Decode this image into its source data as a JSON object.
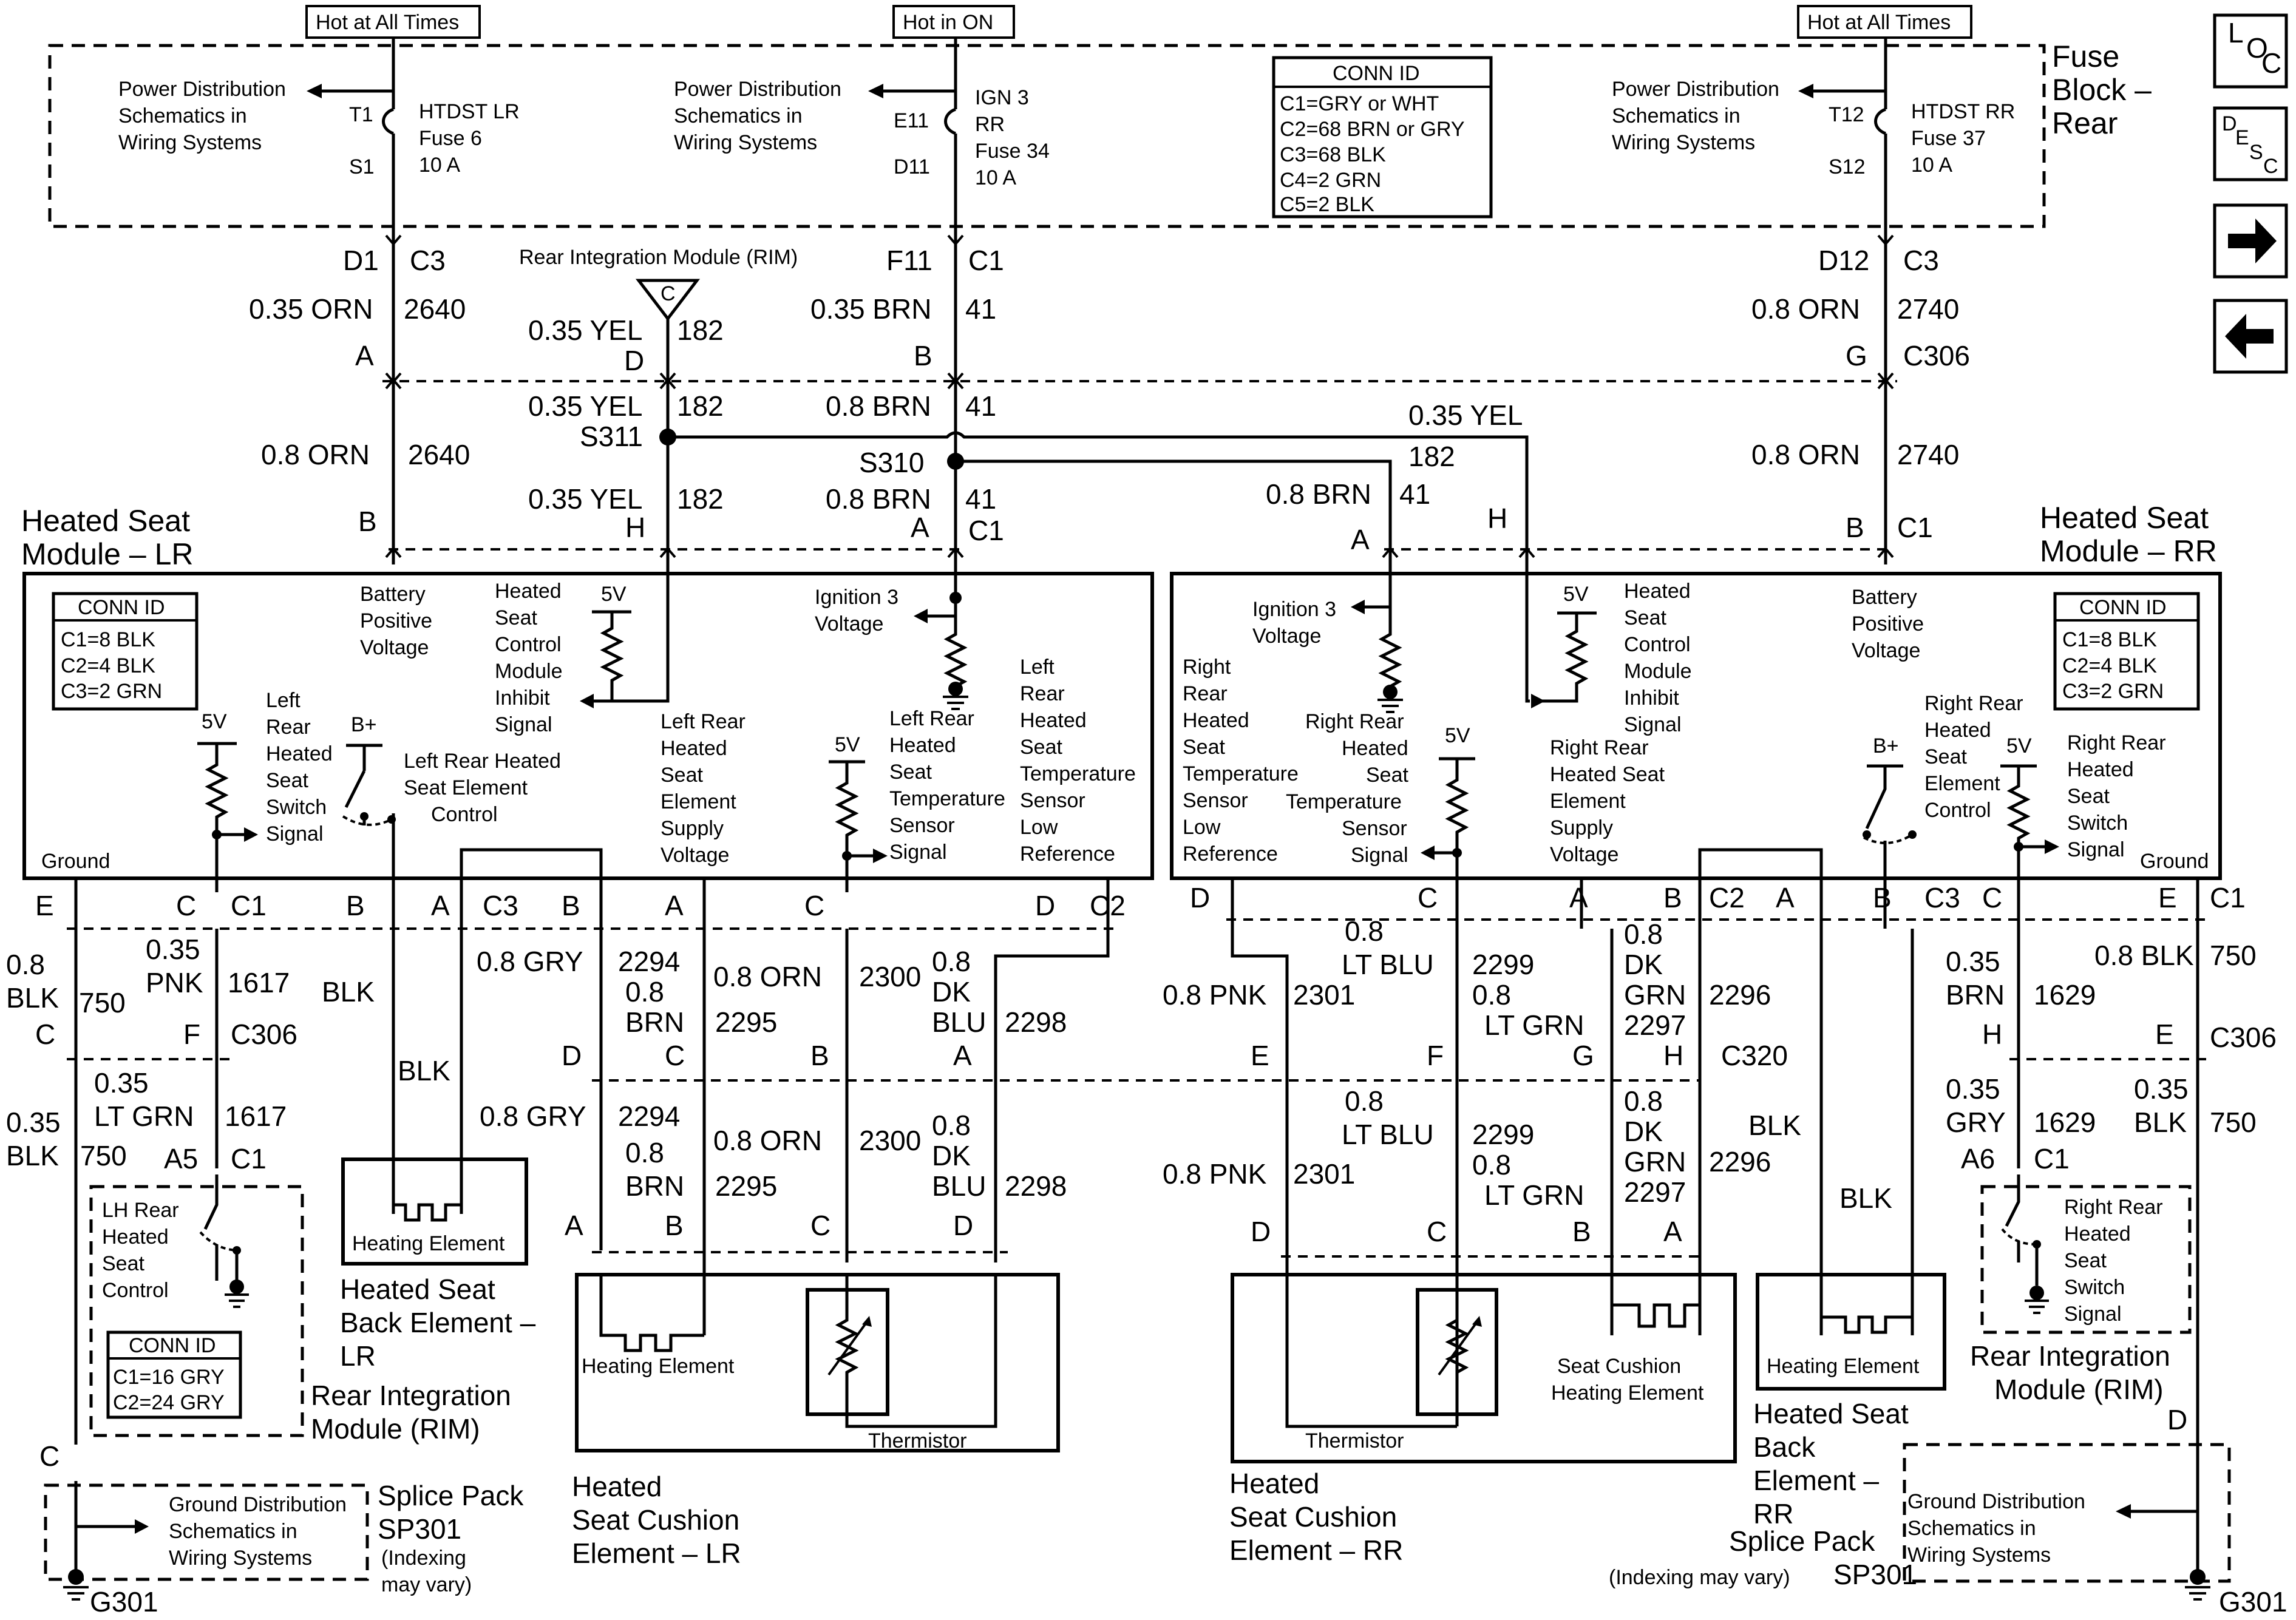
{
  "fuse_block": {
    "title": [
      "Fuse",
      "Block –",
      "Rear"
    ],
    "hot_left": "Hot at All Times",
    "hot_mid": "Hot in ON",
    "hot_right": "Hot at All Times",
    "pd_left": [
      "Power Distribution",
      "Schematics in",
      "Wiring Systems"
    ],
    "pd_mid": [
      "Power Distribution",
      "Schematics in",
      "Wiring Systems"
    ],
    "pd_right": [
      "Power Distribution",
      "Schematics in",
      "Wiring Systems"
    ],
    "fuse_left": [
      "HTDST LR",
      "Fuse 6",
      "10 A"
    ],
    "fuse_mid": [
      "IGN 3",
      "RR",
      "Fuse 34",
      "10 A"
    ],
    "fuse_right": [
      "HTDST RR",
      "Fuse 37",
      "10 A"
    ],
    "t1": "T1",
    "s1": "S1",
    "e11": "E11",
    "d11": "D11",
    "t12": "T12",
    "s12": "S12",
    "conn_title": "CONN ID",
    "conn_lines": [
      "C1=GRY or WHT",
      "C2=68 BRN or GRY",
      "C3=68 BLK",
      "C4=2 GRN",
      "C5=2 BLK"
    ]
  },
  "top_wires": {
    "d1": "D1",
    "c3a": "C3",
    "f11": "F11",
    "c1a": "C1",
    "d12": "D12",
    "c3b": "C3",
    "rim": "Rear Integration Module (RIM)",
    "c_tri": "C",
    "w2640a": "0.35 ORN",
    "n2640a": "2640",
    "pinA1": "A",
    "w182a": "0.35 YEL",
    "n182a": "182",
    "pinD1": "D",
    "w41a": "0.35 BRN",
    "n41a": "41",
    "pinB1": "B",
    "w2740a": "0.8 ORN",
    "n2740a": "2740",
    "pinG1": "G",
    "c306a": "C306",
    "w182b": "0.35 YEL",
    "n182b": "182",
    "s311": "S311",
    "w41b": "0.8 BRN",
    "n41b": "41",
    "w182r": "0.35 YEL",
    "n182r": "182",
    "w2640b": "0.8 ORN",
    "n2640b": "2640",
    "s310": "S310",
    "w2740b": "0.8 ORN",
    "n2740b": "2740",
    "w182c": "0.35 YEL",
    "n182c": "182",
    "w41c": "0.8 BRN",
    "n41c": "41",
    "w41r": "0.8 BRN",
    "n41r": "41",
    "pinB2": "B",
    "pinH2": "H",
    "pinA2": "A",
    "c1b": "C1",
    "pinA3": "A",
    "pinH3": "H",
    "pinB3": "B",
    "c1c": "C1"
  },
  "module_lr": {
    "title": [
      "Heated Seat",
      "Module – LR"
    ],
    "conn_title": "CONN ID",
    "conn_lines": [
      "C1=8 BLK",
      "C2=4 BLK",
      "C3=2 GRN"
    ],
    "battery": [
      "Battery",
      "Positive",
      "Voltage"
    ],
    "inhibit": [
      "Heated",
      "Seat",
      "Control",
      "Module",
      "Inhibit",
      "Signal"
    ],
    "v5a": "5V",
    "v5b": "5V",
    "v5c": "5V",
    "bplus": "B+",
    "ign": [
      "Ignition 3",
      "Voltage"
    ],
    "switch": [
      "Left",
      "Rear",
      "Heated",
      "Seat",
      "Switch",
      "Signal"
    ],
    "element_ctrl": [
      "Left Rear Heated",
      "Seat Element",
      "Control"
    ],
    "supply": [
      "Left Rear",
      "Heated",
      "Seat",
      "Element",
      "Supply",
      "Voltage"
    ],
    "temp_sig": [
      "Left Rear",
      "Heated",
      "Seat",
      "Temperature",
      "Sensor",
      "Signal"
    ],
    "temp_low": [
      "Left",
      "Rear",
      "Heated",
      "Seat",
      "Temperature",
      "Sensor",
      "Low",
      "Reference"
    ],
    "ground": "Ground"
  },
  "module_rr": {
    "title": [
      "Heated Seat",
      "Module – RR"
    ],
    "conn_title": "CONN ID",
    "conn_lines": [
      "C1=8 BLK",
      "C2=4 BLK",
      "C3=2 GRN"
    ],
    "battery": [
      "Battery",
      "Positive",
      "Voltage"
    ],
    "inhibit": [
      "Heated",
      "Seat",
      "Control",
      "Module",
      "Inhibit",
      "Signal"
    ],
    "v5a": "5V",
    "v5b": "5V",
    "v5c": "5V",
    "bplus": "B+",
    "ign": [
      "Ignition 3",
      "Voltage"
    ],
    "temp_low": [
      "Right",
      "Rear",
      "Heated",
      "Seat",
      "Temperature",
      "Sensor",
      "Low",
      "Reference"
    ],
    "temp_sig": [
      "Right Rear",
      "Heated",
      "Seat",
      "Temperature",
      "Sensor",
      "Signal"
    ],
    "supply": [
      "Right Rear",
      "Heated Seat",
      "Element",
      "Supply",
      "Voltage"
    ],
    "element_ctrl": [
      "Right Rear",
      "Heated",
      "Seat",
      "Element",
      "Control"
    ],
    "switch": [
      "Right Rear",
      "Heated",
      "Seat",
      "Switch",
      "Signal"
    ],
    "ground": "Ground"
  },
  "lower_left": {
    "pins1": [
      "E",
      "C",
      "C1",
      "B",
      "A",
      "C3",
      "B",
      "A",
      "C",
      "D",
      "C2"
    ],
    "w750a": [
      "0.8",
      "BLK"
    ],
    "n750a": "750",
    "w1617a": [
      "0.35",
      "PNK"
    ],
    "n1617a": "1617",
    "blk1": "BLK",
    "gry1": "0.8 GRY",
    "n2294a": "2294",
    "w2295a": [
      "0.8",
      "BRN"
    ],
    "n2295a": "2295",
    "w2300a": "0.8 ORN",
    "n2300a": "2300",
    "w2298a": [
      "0.8",
      "DK",
      "BLU"
    ],
    "n2298a": "2298",
    "pinC306": "C",
    "pinF306": "F",
    "c306": "C306",
    "pinD320": "D",
    "pinC320": "C",
    "pinB320": "B",
    "pinA320": "A",
    "w1617b": [
      "0.35",
      "LT GRN"
    ],
    "n1617b": "1617",
    "w750b": [
      "0.35",
      "BLK"
    ],
    "n750b": "750",
    "blk2": "BLK",
    "gry2": "0.8 GRY",
    "n2294b": "2294",
    "w2295b": [
      "0.8",
      "BRN"
    ],
    "n2295b": "2295",
    "w2300b": "0.8 ORN",
    "n2300b": "2300",
    "w2298b": [
      "0.8",
      "DK",
      "BLU"
    ],
    "n2298b": "2298",
    "a5": "A5",
    "c1d": "C1",
    "rim_ctl": [
      "LH Rear",
      "Heated",
      "Seat",
      "Control"
    ],
    "conn_title": "CONN ID",
    "conn_lines": [
      "C1=16 GRY",
      "C2=24 GRY"
    ],
    "rim_title": [
      "Rear Integration",
      "Module (RIM)"
    ],
    "back_elem": "Heating Element",
    "back_title": [
      "Heated Seat",
      "Back Element –",
      "LR"
    ],
    "cush_pins": [
      "A",
      "B",
      "C",
      "D"
    ],
    "cush_elem": "Heating Element",
    "thermistor": "Thermistor",
    "cush_title": [
      "Heated",
      "Seat Cushion",
      "Element – LR"
    ],
    "pinC_bottom": "C",
    "gnd_dist": [
      "Ground Distribution",
      "Schematics in",
      "Wiring Systems"
    ],
    "splice": [
      "Splice Pack",
      "SP301"
    ],
    "indexing": [
      "(Indexing",
      "may vary)"
    ],
    "g301": "G301"
  },
  "lower_right": {
    "pins1": [
      "D",
      "C",
      "A",
      "B",
      "C2",
      "A",
      "B",
      "C3",
      "C",
      "E",
      "C1"
    ],
    "w2301a": "0.8 PNK",
    "n2301a": "2301",
    "w2299a": [
      "0.8",
      "LT BLU"
    ],
    "n2299a": "2299",
    "w2299lt": [
      "0.8",
      "LT GRN"
    ],
    "w2297a": [
      "0.8",
      "DK",
      "GRN"
    ],
    "n2297a": "2297",
    "n2296a": "2296",
    "w1629a": [
      "0.35",
      "BRN"
    ],
    "n1629a": "1629",
    "w750a": "0.8 BLK",
    "n750a": "750",
    "pinE320": "E",
    "pinF320": "F",
    "pinG320": "G",
    "pinH320": "H",
    "c320": "C320",
    "pinH306": "H",
    "pinE306": "E",
    "c306": "C306",
    "w2299b": [
      "0.8",
      "LT BLU"
    ],
    "n2299b": "2299",
    "w2299lt2": [
      "0.8",
      "LT GRN"
    ],
    "w2297b": [
      "0.8",
      "DK",
      "GRN"
    ],
    "n2297b": "2297",
    "n2296b": "2296",
    "w2301b": "0.8 PNK",
    "n2301b": "2301",
    "blk1": "BLK",
    "blk2": "BLK",
    "w1629b": [
      "0.35",
      "GRY"
    ],
    "n1629b": "1629",
    "w750b": [
      "0.35",
      "BLK"
    ],
    "n750b": "750",
    "a6": "A6",
    "c1e": "C1",
    "cush_pins": [
      "D",
      "C",
      "B",
      "A"
    ],
    "thermistor": "Thermistor",
    "cush_elem": [
      "Seat Cushion",
      "Heating Element"
    ],
    "cush_title": [
      "Heated",
      "Seat Cushion",
      "Element – RR"
    ],
    "back_elem": "Heating Element",
    "back_title": [
      "Heated Seat",
      "Back",
      "Element –",
      "RR"
    ],
    "rim_sw": [
      "Right Rear",
      "Heated",
      "Seat",
      "Switch",
      "Signal"
    ],
    "rim_title": [
      "Rear Integration",
      "Module (RIM)"
    ],
    "pinD_bottom": "D",
    "gnd_dist": [
      "Ground Distribution",
      "Schematics in",
      "Wiring Systems"
    ],
    "splice": [
      "Splice Pack",
      "SP301"
    ],
    "indexing": "(Indexing may vary)",
    "g301": "G301"
  },
  "nav": {
    "loc": [
      "L",
      "O",
      "C"
    ],
    "desc": [
      "D",
      "E",
      "S",
      "C"
    ],
    "next_icon": "➡",
    "prev_icon": "⬅"
  }
}
